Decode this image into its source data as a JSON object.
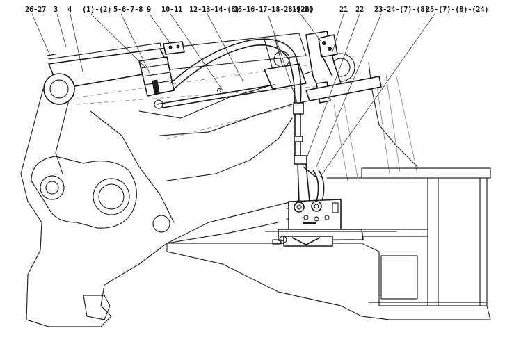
{
  "callouts": [
    {
      "id": "c1",
      "text": "26-27"
    },
    {
      "id": "c2",
      "text": "3"
    },
    {
      "id": "c3",
      "text": "4"
    },
    {
      "id": "c4",
      "text": "(1)-(2)"
    },
    {
      "id": "c5",
      "text": "5-6-7-8"
    },
    {
      "id": "c6",
      "text": "9"
    },
    {
      "id": "c7",
      "text": "10-11"
    },
    {
      "id": "c8",
      "text": "12-13-14-(8)"
    },
    {
      "id": "c9",
      "text": "15-16-17-18-28-(26)"
    },
    {
      "id": "c10",
      "text": "19-20"
    },
    {
      "id": "c11",
      "text": "21"
    },
    {
      "id": "c12",
      "text": "22"
    },
    {
      "id": "c13",
      "text": "23-24-(7)-(8)"
    },
    {
      "id": "c14",
      "text": "25-(7)-(8)-(24)"
    }
  ]
}
